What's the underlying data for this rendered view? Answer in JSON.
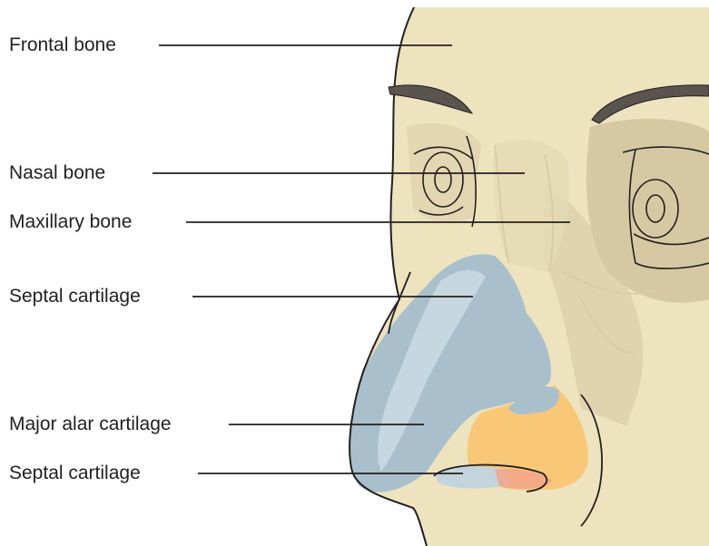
{
  "labels": {
    "frontal_bone": "Frontal bone",
    "nasal_bone": "Nasal bone",
    "maxillary_bone": "Maxillary bone",
    "septal_cartilage_upper": "Septal cartilage",
    "major_alar_cartilage": "Major alar cartilage",
    "septal_cartilage_lower": "Septal cartilage"
  },
  "colors": {
    "skin": "#ede3be",
    "bone_shadow": "#cdbf9a",
    "septal_cartilage": "#a9c0cc",
    "alar_cartilage": "#f8c878",
    "outline": "#231f20",
    "leader_line": "#231f20"
  }
}
